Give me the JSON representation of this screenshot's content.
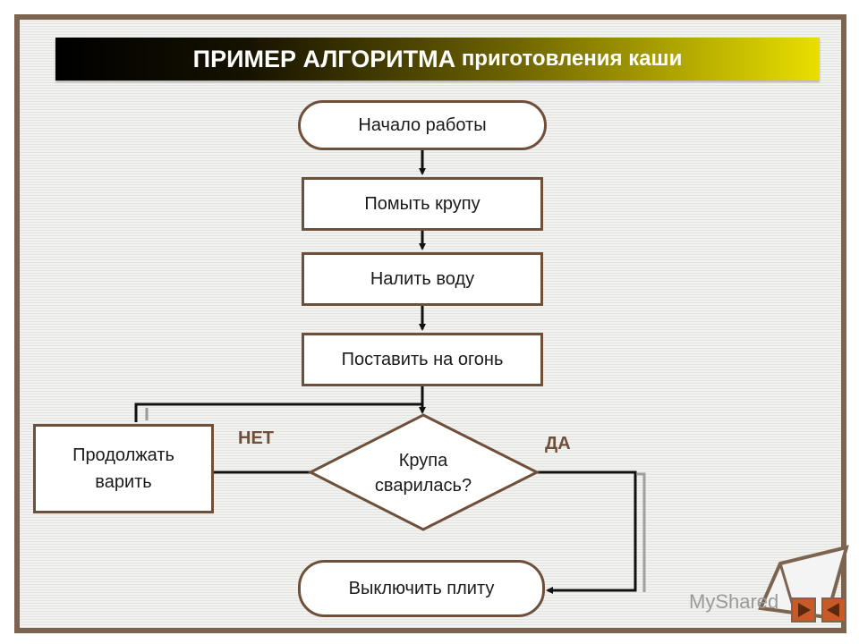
{
  "title": {
    "main": "ПРИМЕР АЛГОРИТМА",
    "rest": "приготовления каши"
  },
  "flowchart": {
    "start": "Начало работы",
    "step1": "Помыть крупу",
    "step2": "Налить воду",
    "step3": "Поставить на огонь",
    "decision_line1": "Крупа",
    "decision_line2": "сварилась?",
    "loop_line1": "Продолжать",
    "loop_line2": "варить",
    "end": "Выключить плиту",
    "label_no": "НЕТ",
    "label_yes": "ДА"
  },
  "watermark": "MyShared",
  "colors": {
    "frame": "#7d6450",
    "shape_border": "#6e4f3a",
    "title_gradient_end": "#e8df00"
  }
}
